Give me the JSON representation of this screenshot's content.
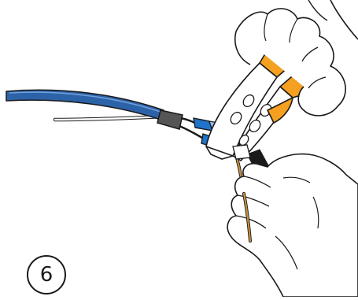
{
  "step": {
    "number": "6"
  },
  "colors": {
    "cable_blue": "#2c62a8",
    "connector_blue": "#1f73c9",
    "plier_orange": "#f5a020",
    "plier_body": "#ffffff",
    "outline": "#1a1a1a",
    "wire_copper": "#c7913a",
    "heat_shrink": "#555555"
  },
  "icons": [
    "blue-cable",
    "crimping-pliers-icon",
    "left-hand-icon",
    "right-hand-icon",
    "insulated-butt-connector",
    "copper-wire"
  ]
}
